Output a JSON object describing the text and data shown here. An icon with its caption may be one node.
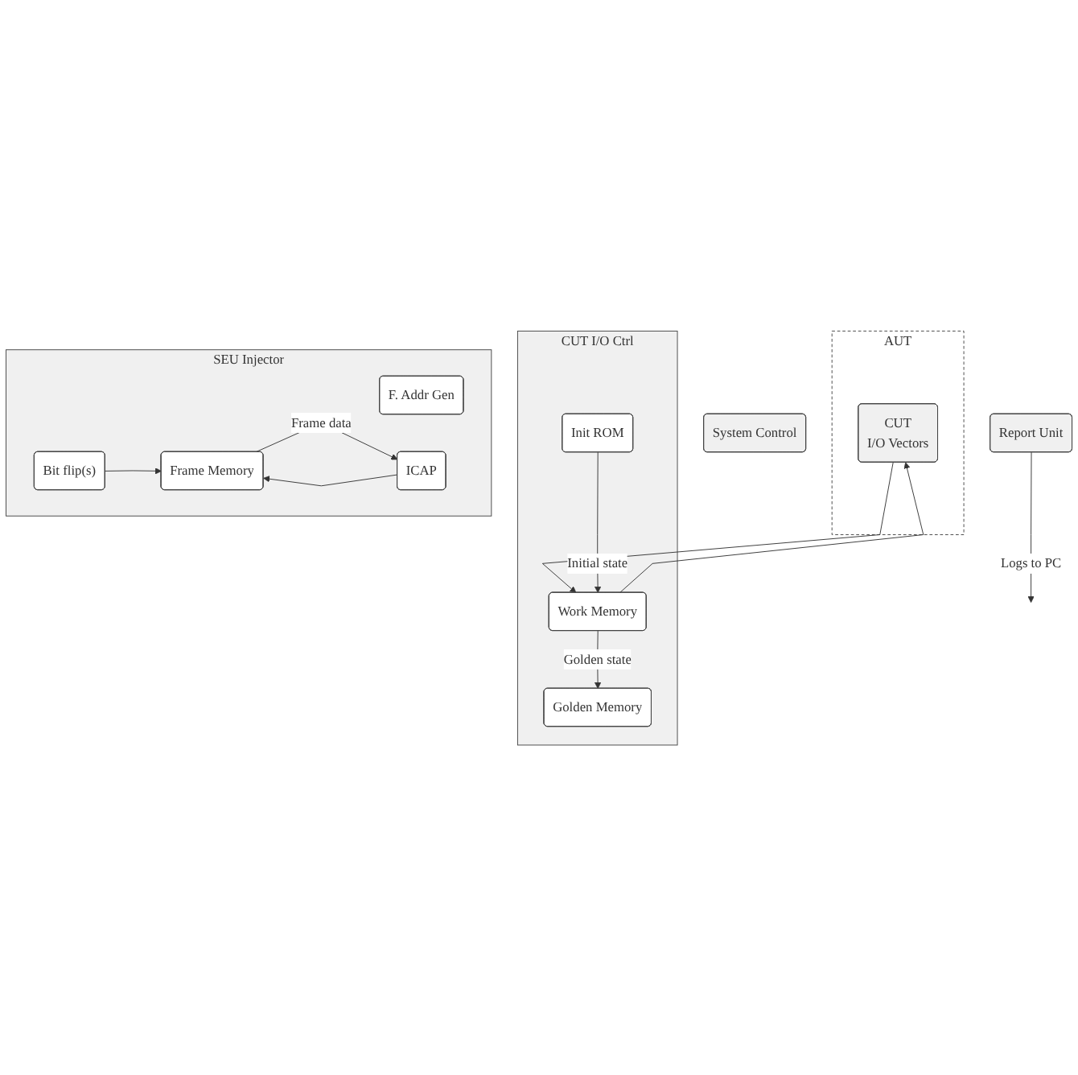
{
  "diagram": {
    "nodes": [
      {
        "text": [
          "AUT"
        ]
      },
      {
        "text": [
          "CUT",
          "I/O Vectors"
        ],
        "in": 0
      },
      {
        "text": [
          "CUT I/O Ctrl"
        ]
      },
      {
        "text": [
          "Work Memory"
        ],
        "in": 2
      },
      {
        "text": [
          "Golden Memory"
        ],
        "in": 2
      },
      {
        "text": [
          "Init ROM"
        ],
        "in": 2
      },
      {
        "text": [
          "System Control"
        ]
      },
      {
        "text": [
          "SEU Injector"
        ]
      },
      {
        "text": [
          "F. Addr Gen"
        ],
        "in": 7
      },
      {
        "text": [
          "Frame Memory"
        ],
        "in": 7
      },
      {
        "text": [
          "ICAP"
        ],
        "in": 7
      },
      {
        "text": [
          "Report Unit"
        ]
      },
      {
        "text": [
          "Bit flip(s)"
        ],
        "in": 7
      }
    ],
    "edges": [
      {
        "from": 1,
        "to": 3,
        "arrow": "to"
      },
      {
        "from": 3,
        "to": 1,
        "arrow": "to"
      },
      {
        "from": 3,
        "to": 4,
        "arrow": "to",
        "label": "Golden state"
      },
      {
        "from": 5,
        "to": 3,
        "arrow": "to",
        "label": "Initial state"
      },
      {
        "from": 12,
        "to": 9,
        "arrow": "to"
      },
      {
        "from": 9,
        "to": 10,
        "arrow": "to",
        "label": "Frame data"
      },
      {
        "from": 10,
        "to": 9,
        "arrow": "to"
      },
      {
        "from": 11,
        "to": null,
        "arrow": "to",
        "label": "Logs to PC"
      }
    ]
  }
}
